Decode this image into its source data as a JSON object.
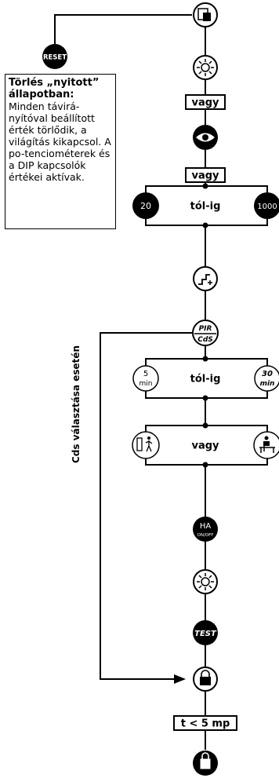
{
  "reset_label": "RESET",
  "info_box": {
    "title": "Törlés „nyitott” állapotban:",
    "text": "Minden távirá-nyítóval beállított érték törlődik, a világítás kikapcsol. A po-tenciométerek és a DIP kapcsolók értékei aktívak."
  },
  "or_label_1": "vagy",
  "or_label_2": "vagy",
  "range_box_1": {
    "label": "tól-ig",
    "left_value": "20",
    "right_value": "1000"
  },
  "pir_cds": {
    "top": "PIR",
    "bottom": "CdS"
  },
  "range_box_2": {
    "label": "tól-ig",
    "left_top": "5",
    "left_bottom": "min",
    "right_top": "30",
    "right_bottom": "min"
  },
  "or_box_3": {
    "label": "vagy"
  },
  "ha_onoff": {
    "top": "HA",
    "bottom": "ON/OFF"
  },
  "test_label": "TEST",
  "cds_label": "Cds választása esetén",
  "timer_label": "t < 5 mp"
}
